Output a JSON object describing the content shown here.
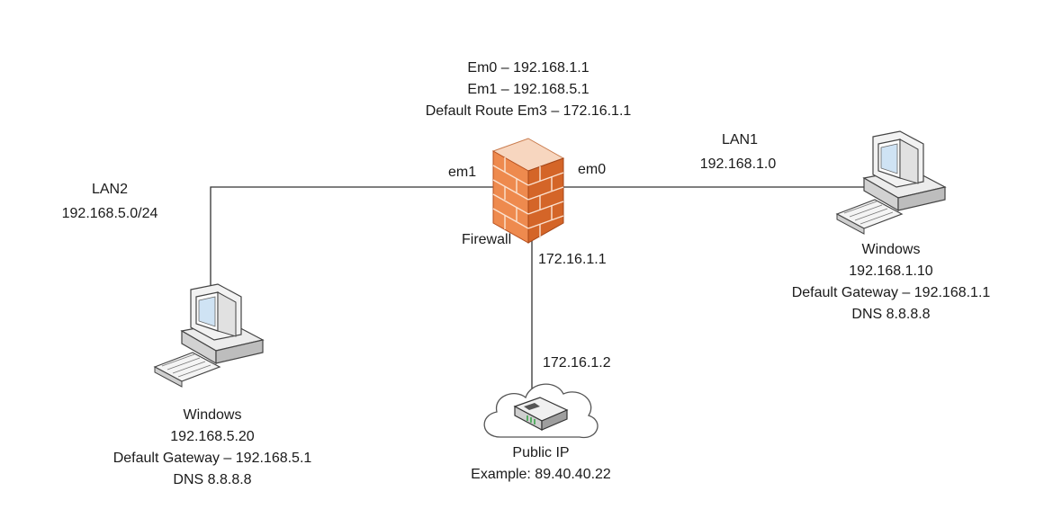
{
  "firewall": {
    "config_lines": [
      "Em0 – 192.168.1.1",
      "Em1 – 192.168.5.1",
      "Default Route Em3 – 172.16.1.1"
    ],
    "label": "Firewall",
    "port_left": "em1",
    "port_right": "em0",
    "wan_ip": "172.16.1.1",
    "icon": "firewall-brick-icon"
  },
  "lan1": {
    "name": "LAN1",
    "network": "192.168.1.0",
    "pc": {
      "os": "Windows",
      "ip": "192.168.1.10",
      "gateway": "Default Gateway – 192.168.1.1",
      "dns": "DNS 8.8.8.8",
      "icon": "desktop-computer-icon"
    }
  },
  "lan2": {
    "name": "LAN2",
    "network": "192.168.5.0/24",
    "pc": {
      "os": "Windows",
      "ip": "192.168.5.20",
      "gateway": "Default Gateway – 192.168.5.1",
      "dns": "DNS 8.8.8.8",
      "icon": "desktop-computer-icon"
    }
  },
  "router": {
    "ip": "172.16.1.2",
    "label": "Public IP",
    "example": "Example: 89.40.40.22",
    "icon": "cloud-router-icon"
  },
  "colors": {
    "firewall_orange": "#e8763a",
    "firewall_dark": "#b8501e",
    "line": "#333333"
  }
}
